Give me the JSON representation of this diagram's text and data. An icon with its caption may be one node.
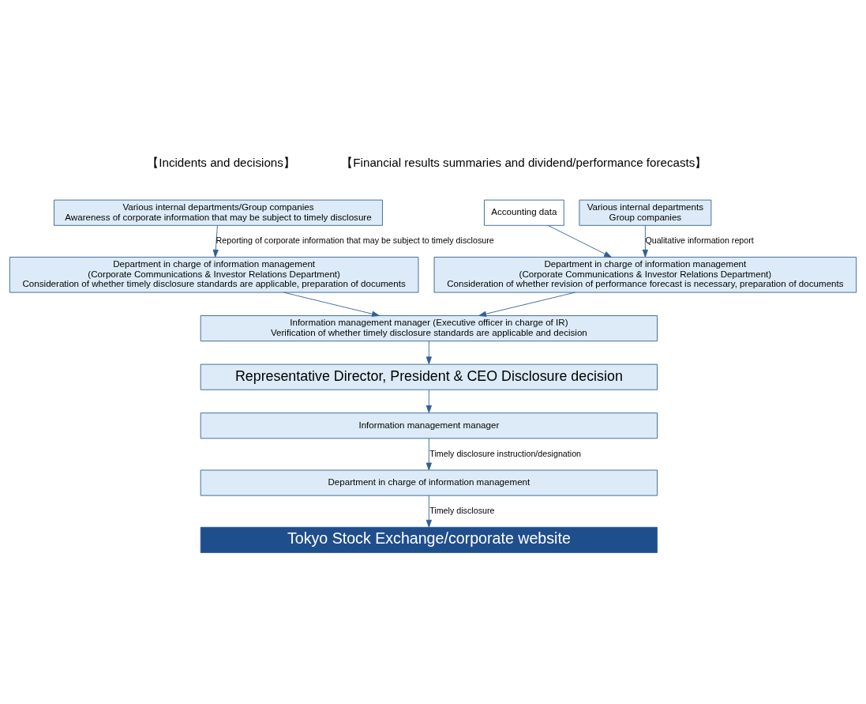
{
  "diagram": {
    "nodes": [
      {
        "text": [
          "Various internal departments/Group companies",
          "Awareness of corporate information that may be subject to timely disclosure"
        ]
      },
      {
        "text": [
          "Accounting data"
        ]
      },
      {
        "text": [
          "Various internal departments",
          "Group companies"
        ]
      },
      {
        "text": [
          "Department in charge of information management",
          "(Corporate Communications & Investor Relations Department)",
          "Consideration of whether timely disclosure standards are applicable, preparation of documents"
        ]
      },
      {
        "text": [
          "Department in charge of information management",
          "(Corporate Communications & Investor Relations Department)",
          "Consideration of whether revision of performance forecast is necessary, preparation of documents"
        ]
      },
      {
        "text": [
          "Information management manager (Executive officer in charge of IR)",
          "Verification of whether timely disclosure standards are applicable and decision"
        ]
      },
      {
        "text": [
          "Representative Director, President & CEO Disclosure decision"
        ]
      },
      {
        "text": [
          "Information management manager"
        ]
      },
      {
        "text": [
          "Department in charge of information management"
        ]
      },
      {
        "text": [
          "Tokyo Stock Exchange/corporate website"
        ]
      }
    ],
    "edges": [
      {
        "from": 0,
        "to": 3,
        "arrow": "to",
        "label": "Reporting of corporate information that may be subject to timely disclosure"
      },
      {
        "from": 1,
        "to": 4,
        "arrow": "to"
      },
      {
        "from": 2,
        "to": 4,
        "arrow": "to",
        "label": "Qualitative information report"
      },
      {
        "from": 3,
        "to": 5,
        "arrow": "to"
      },
      {
        "from": 4,
        "to": 5,
        "arrow": "to"
      },
      {
        "from": 5,
        "to": 6,
        "arrow": "to"
      },
      {
        "from": 6,
        "to": 7,
        "arrow": "to"
      },
      {
        "from": 7,
        "to": 8,
        "arrow": "to",
        "label": "Timely disclosure instruction/designation"
      },
      {
        "from": 8,
        "to": 9,
        "arrow": "to",
        "label": "Timely disclosure"
      }
    ],
    "labels": [
      "【Incidents and decisions】",
      "【Financial results summaries and dividend/performance forecasts】"
    ]
  }
}
